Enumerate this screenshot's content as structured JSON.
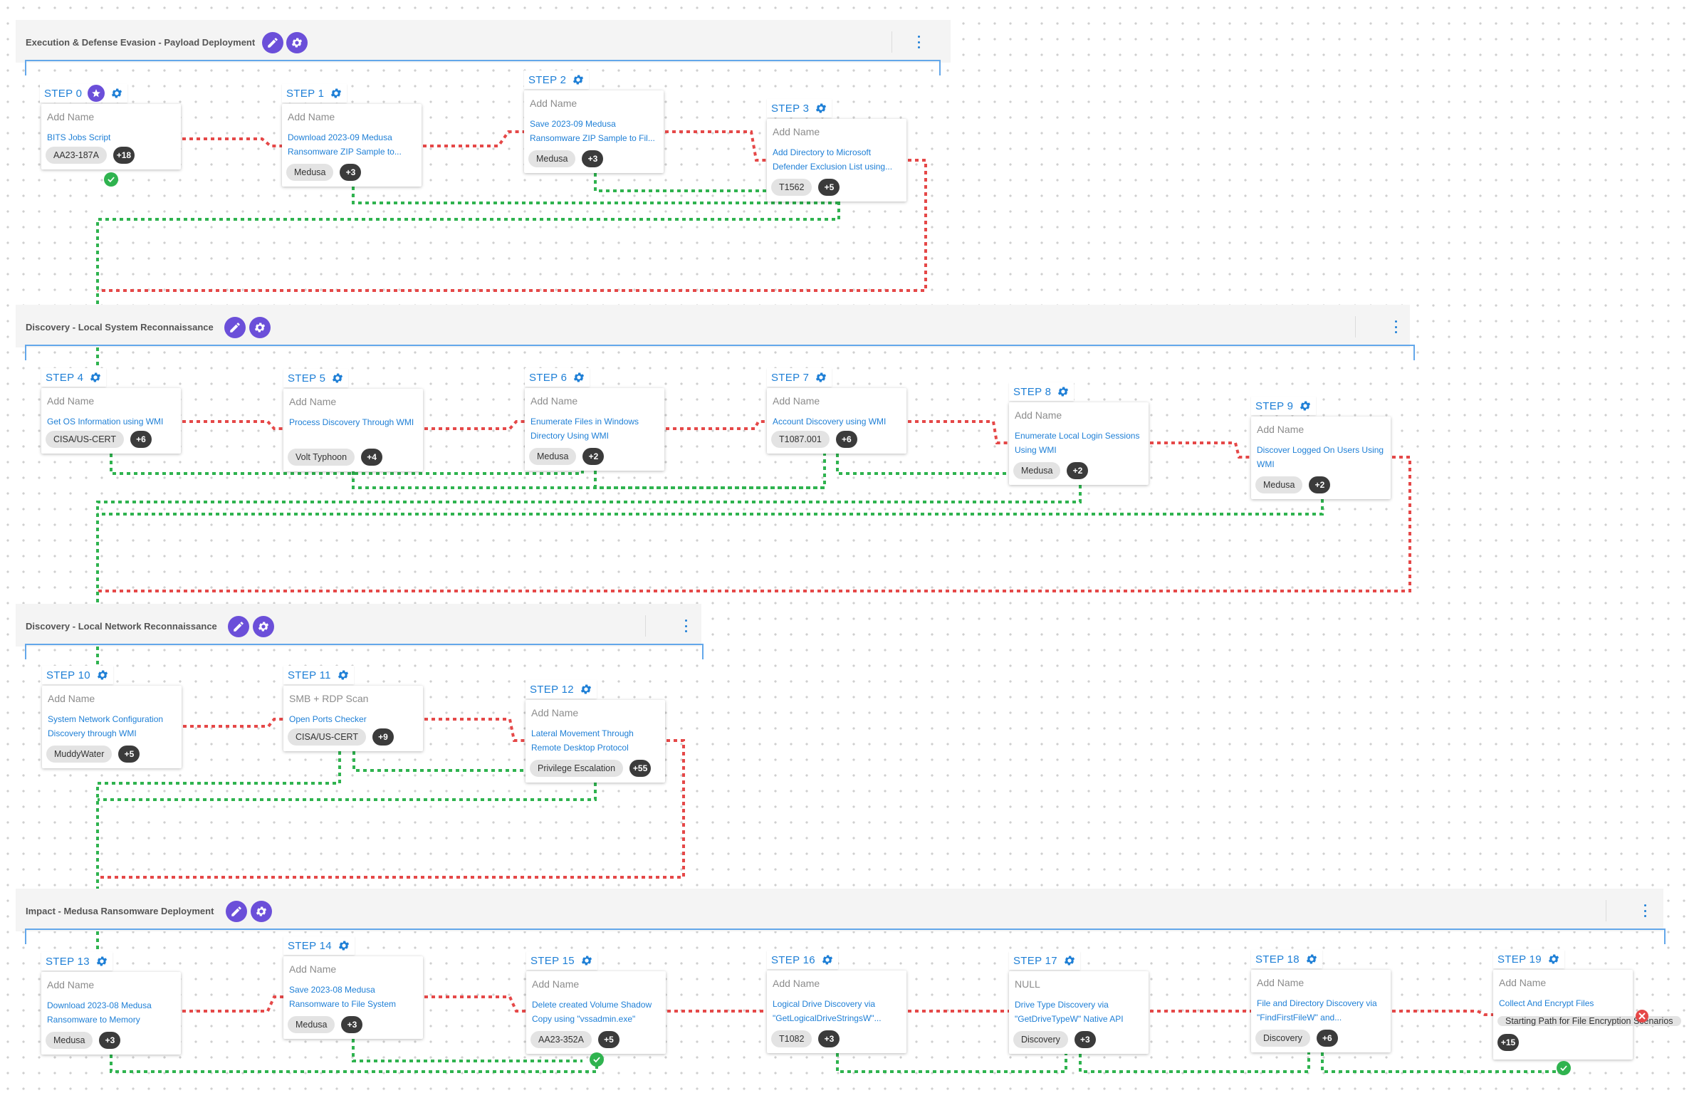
{
  "colors": {
    "accent": "#1e7fd6",
    "purple": "#6b4fd9",
    "success_link": "#2fb34f",
    "fail_link": "#e54848",
    "frame": "#63a7ea"
  },
  "groups": [
    {
      "title": "Execution & Defense Evasion - Payload Deployment"
    },
    {
      "title": "Discovery - Local System Reconnaissance"
    },
    {
      "title": "Discovery - Local Network Reconnaissance"
    },
    {
      "title": "Impact - Medusa Ransomware Deployment"
    }
  ],
  "steps": [
    {
      "label": "STEP 0",
      "name": "Add Name",
      "desc": "BITS Jobs Script",
      "tag": "AA23-187A",
      "count": "+18"
    },
    {
      "label": "STEP 1",
      "name": "Add Name",
      "desc": "Download 2023-09 Medusa Ransomware ZIP Sample to...",
      "tag": "Medusa",
      "count": "+3"
    },
    {
      "label": "STEP 2",
      "name": "Add Name",
      "desc": "Save 2023-09 Medusa Ransomware ZIP Sample to Fil...",
      "tag": "Medusa",
      "count": "+3"
    },
    {
      "label": "STEP 3",
      "name": "Add Name",
      "desc": "Add Directory to Microsoft Defender Exclusion List using...",
      "tag": "T1562",
      "count": "+5"
    },
    {
      "label": "STEP 4",
      "name": "Add Name",
      "desc": "Get OS Information using WMI",
      "tag": "CISA/US-CERT",
      "count": "+6"
    },
    {
      "label": "STEP 5",
      "name": "Add Name",
      "desc": "Process Discovery Through WMI",
      "tag": "Volt Typhoon",
      "count": "+4"
    },
    {
      "label": "STEP 6",
      "name": "Add Name",
      "desc": "Enumerate Files in Windows Directory Using WMI",
      "tag": "Medusa",
      "count": "+2"
    },
    {
      "label": "STEP 7",
      "name": "Add Name",
      "desc": "Account Discovery using WMI",
      "tag": "T1087.001",
      "count": "+6"
    },
    {
      "label": "STEP 8",
      "name": "Add Name",
      "desc": "Enumerate Local Login Sessions Using WMI",
      "tag": "Medusa",
      "count": "+2"
    },
    {
      "label": "STEP 9",
      "name": "Add Name",
      "desc": "Discover Logged On Users Using WMI",
      "tag": "Medusa",
      "count": "+2"
    },
    {
      "label": "STEP 10",
      "name": "Add Name",
      "desc": "System Network Configuration Discovery through WMI",
      "tag": "MuddyWater",
      "count": "+5"
    },
    {
      "label": "STEP 11",
      "name": "SMB + RDP Scan",
      "desc": "Open Ports Checker",
      "tag": "CISA/US-CERT",
      "count": "+9"
    },
    {
      "label": "STEP 12",
      "name": "Add Name",
      "desc": "Lateral Movement Through Remote Desktop Protocol",
      "tag": "Privilege Escalation",
      "count": "+55"
    },
    {
      "label": "STEP 13",
      "name": "Add Name",
      "desc": "Download 2023-08 Medusa Ransomware to Memory",
      "tag": "Medusa",
      "count": "+3"
    },
    {
      "label": "STEP 14",
      "name": "Add Name",
      "desc": "Save 2023-08 Medusa Ransomware to File System",
      "tag": "Medusa",
      "count": "+3"
    },
    {
      "label": "STEP 15",
      "name": "Add Name",
      "desc": "Delete created Volume Shadow Copy using \"vssadmin.exe\"",
      "tag": "AA23-352A",
      "count": "+5"
    },
    {
      "label": "STEP 16",
      "name": "Add Name",
      "desc": "Logical Drive Discovery via \"GetLogicalDriveStringsW\"...",
      "tag": "T1082",
      "count": "+3"
    },
    {
      "label": "STEP 17",
      "name": "NULL",
      "desc": "Drive Type Discovery via \"GetDriveTypeW\" Native API",
      "tag": "Discovery",
      "count": "+3"
    },
    {
      "label": "STEP 18",
      "name": "Add Name",
      "desc": "File and Directory Discovery via \"FindFirstFileW\" and...",
      "tag": "Discovery",
      "count": "+6"
    },
    {
      "label": "STEP 19",
      "name": "Add Name",
      "desc": "Collect And Encrypt Files",
      "tag": "Starting Path for File Encryption Scenarios",
      "count": "+15"
    }
  ]
}
